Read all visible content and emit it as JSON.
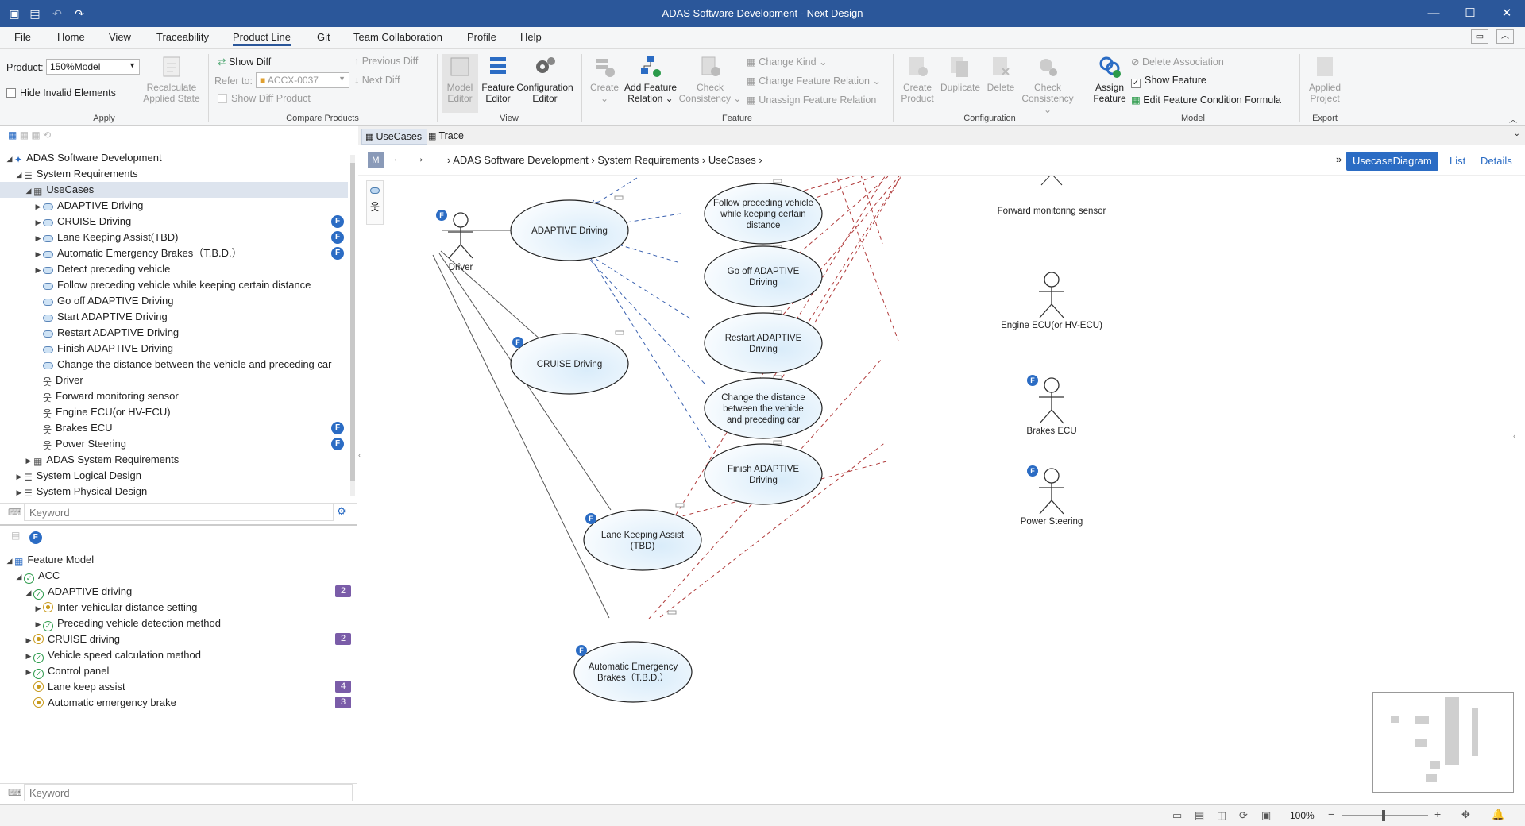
{
  "window": {
    "title": "ADAS Software Development - Next Design"
  },
  "menu": [
    "File",
    "Home",
    "View",
    "Traceability",
    "Product Line",
    "Git",
    "Team Collaboration",
    "Profile",
    "Help"
  ],
  "ribbon": {
    "product_label": "Product:",
    "product_value": "150%Model",
    "recalc_l1": "Recalculate",
    "recalc_l2": "Applied State",
    "hide_invalid": "Hide Invalid Elements",
    "show_diff": "Show Diff",
    "refer_to": "Refer to:",
    "refer_value": "ACCX-0037",
    "prev_diff": "Previous Diff",
    "next_diff": "Next Diff",
    "show_diff_product": "Show Diff Product",
    "model_l1": "Model",
    "model_l2": "Editor",
    "feature_l1": "Feature",
    "feature_l2": "Editor",
    "config_l1": "Configuration",
    "config_l2": "Editor",
    "create": "Create",
    "add_l1": "Add Feature",
    "add_l2": "Relation",
    "check_l1": "Check",
    "check_l2": "Consistency",
    "change_kind": "Change Kind",
    "change_rel": "Change Feature Relation",
    "unassign": "Unassign Feature Relation",
    "create_product_l1": "Create",
    "create_product_l2": "Product",
    "duplicate": "Duplicate",
    "delete": "Delete",
    "check2_l1": "Check",
    "check2_l2": "Consistency",
    "assign_l1": "Assign",
    "assign_l2": "Feature",
    "delete_assoc": "Delete Association",
    "show_feature": "Show Feature",
    "edit_formula": "Edit Feature Condition Formula",
    "applied_l1": "Applied",
    "applied_l2": "Project",
    "groups": {
      "apply": "Apply",
      "compare": "Compare Products",
      "view": "View",
      "feature": "Feature",
      "configuration": "Configuration",
      "model": "Model",
      "export": "Export"
    }
  },
  "model_tree": [
    {
      "label": "ADAS Software Development",
      "level": 0,
      "arrow": "open",
      "icon": "project"
    },
    {
      "label": "System Requirements",
      "level": 1,
      "arrow": "open",
      "icon": "list"
    },
    {
      "label": "UseCases",
      "level": 2,
      "arrow": "open",
      "icon": "diagram",
      "selected": true
    },
    {
      "label": "ADAPTIVE Driving",
      "level": 3,
      "arrow": "closed",
      "icon": "usecase"
    },
    {
      "label": "CRUISE Driving",
      "level": 3,
      "arrow": "closed",
      "icon": "usecase",
      "badge": "F"
    },
    {
      "label": "Lane Keeping Assist(TBD)",
      "level": 3,
      "arrow": "closed",
      "icon": "usecase",
      "badge": "F"
    },
    {
      "label": "Automatic Emergency Brakes（T.B.D.）",
      "level": 3,
      "arrow": "closed",
      "icon": "usecase",
      "badge": "F"
    },
    {
      "label": "Detect preceding vehicle",
      "level": 3,
      "arrow": "closed",
      "icon": "usecase"
    },
    {
      "label": "Follow preceding vehicle while keeping certain distance",
      "level": 3,
      "icon": "usecase"
    },
    {
      "label": "Go off ADAPTIVE Driving",
      "level": 3,
      "icon": "usecase"
    },
    {
      "label": "Start ADAPTIVE Driving",
      "level": 3,
      "icon": "usecase"
    },
    {
      "label": "Restart ADAPTIVE Driving",
      "level": 3,
      "icon": "usecase"
    },
    {
      "label": "Finish ADAPTIVE Driving",
      "level": 3,
      "icon": "usecase"
    },
    {
      "label": "Change the distance between the vehicle and preceding car",
      "level": 3,
      "icon": "usecase"
    },
    {
      "label": "Driver",
      "level": 3,
      "icon": "actor"
    },
    {
      "label": "Forward monitoring sensor",
      "level": 3,
      "icon": "actor"
    },
    {
      "label": "Engine ECU(or HV-ECU)",
      "level": 3,
      "icon": "actor"
    },
    {
      "label": "Brakes ECU",
      "level": 3,
      "icon": "actor",
      "badge": "F"
    },
    {
      "label": "Power Steering",
      "level": 3,
      "icon": "actor",
      "badge": "F"
    },
    {
      "label": "ADAS System Requirements",
      "level": 2,
      "arrow": "closed",
      "icon": "diagram"
    },
    {
      "label": "System Logical Design",
      "level": 1,
      "arrow": "closed",
      "icon": "list"
    },
    {
      "label": "System Physical Design",
      "level": 1,
      "arrow": "closed",
      "icon": "list"
    }
  ],
  "keyword_placeholder": "Keyword",
  "feature_tree": [
    {
      "label": "Feature Model",
      "level": 0,
      "arrow": "open",
      "icon": "fmodel"
    },
    {
      "label": "ACC",
      "level": 1,
      "arrow": "open",
      "icon": "check"
    },
    {
      "label": "ADAPTIVE driving",
      "level": 2,
      "arrow": "open",
      "icon": "check",
      "count": "2"
    },
    {
      "label": "Inter-vehicular distance setting",
      "level": 3,
      "arrow": "closed",
      "icon": "option"
    },
    {
      "label": "Preceding vehicle detection method",
      "level": 3,
      "arrow": "closed",
      "icon": "check"
    },
    {
      "label": "CRUISE driving",
      "level": 2,
      "arrow": "closed",
      "icon": "option",
      "count": "2"
    },
    {
      "label": "Vehicle speed calculation method",
      "level": 2,
      "arrow": "closed",
      "icon": "check"
    },
    {
      "label": "Control panel",
      "level": 2,
      "arrow": "closed",
      "icon": "check"
    },
    {
      "label": "Lane keep assist",
      "level": 2,
      "icon": "option",
      "count": "4"
    },
    {
      "label": "Automatic emergency brake",
      "level": 2,
      "icon": "option",
      "count": "3"
    }
  ],
  "editor": {
    "tabs": [
      "UseCases",
      "Trace"
    ],
    "breadcrumb": [
      "ADAS Software Development",
      "System Requirements",
      "UseCases"
    ],
    "view_modes": [
      "UsecaseDiagram",
      "List",
      "Details"
    ],
    "actors": [
      "Driver",
      "Forward monitoring sensor",
      "Engine ECU(or HV-ECU)",
      "Brakes ECU",
      "Power Steering"
    ],
    "usecases": [
      [
        "ADAPTIVE Driving"
      ],
      [
        "Follow preceding vehicle",
        "while keeping certain",
        "distance"
      ],
      [
        "Go off ADAPTIVE",
        "Driving"
      ],
      [
        "Restart ADAPTIVE",
        "Driving"
      ],
      [
        "CRUISE Driving"
      ],
      [
        "Change the distance",
        "between the vehicle",
        "and preceding car"
      ],
      [
        "Finish ADAPTIVE",
        "Driving"
      ],
      [
        "Lane Keeping Assist",
        "(TBD)"
      ],
      [
        "Automatic Emergency",
        "Brakes（T.B.D.）"
      ]
    ],
    "badge": "F"
  },
  "status": {
    "zoom": "100%"
  }
}
